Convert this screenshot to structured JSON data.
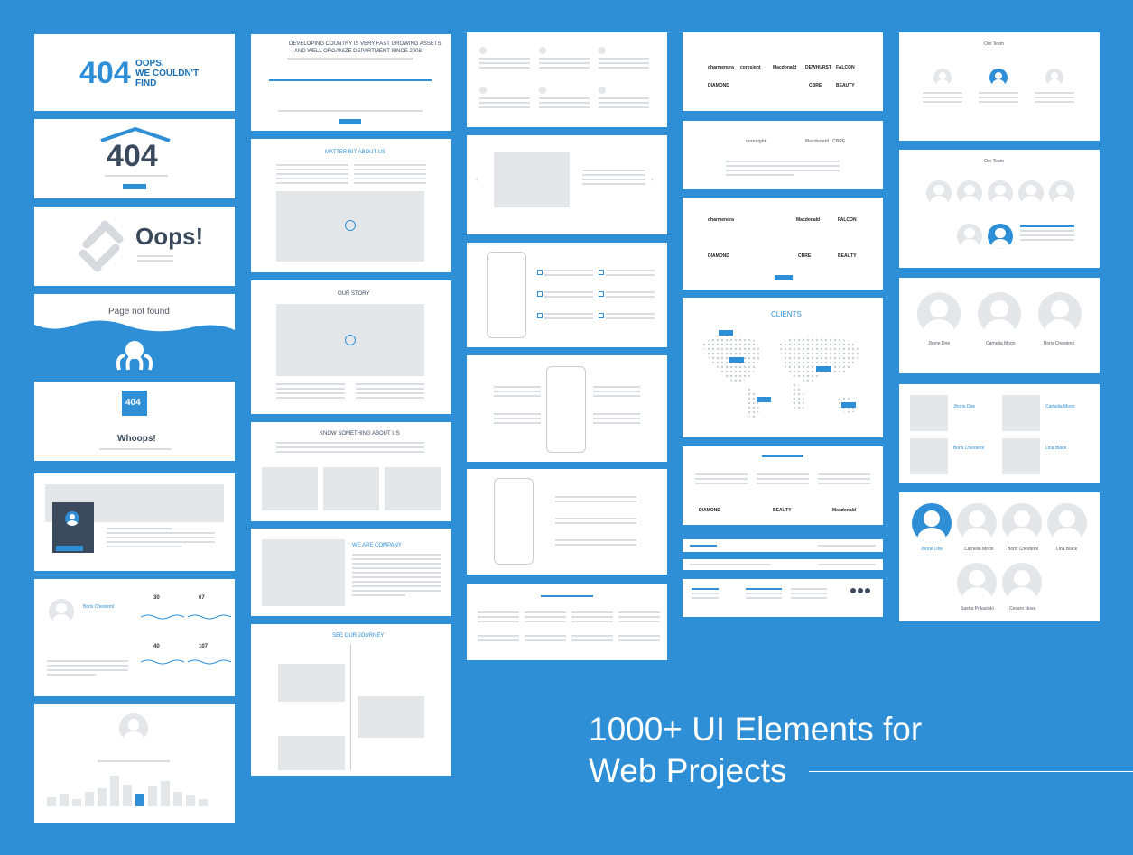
{
  "e404a": {
    "code": "404",
    "msg1": "OOPS,",
    "msg2": "WE COULDN'T",
    "msg3": "FIND"
  },
  "e404b": {
    "code": "404"
  },
  "oops": {
    "title": "Oops!"
  },
  "notfound": {
    "text": "Page not found"
  },
  "whoops": {
    "code": "404",
    "title": "Whoops!"
  },
  "sections": {
    "developing1": "DEVELOPING COUNTRY IS VERY FAST GROWING ASSETS",
    "developing2": "AND WELL ORGANIZE DEPARTMENT SINCE 2008",
    "matter": "MATTER BIT ABOUT US",
    "story": "OUR STORY",
    "know": "KNOW SOMETHING ABOUT US",
    "company": "WE ARE COMPANY",
    "journey": "SEE OUR JOURNEY",
    "clients": "CLIENTS",
    "team": "Our Team"
  },
  "logos": [
    "dharmendra",
    "coresight",
    "Macdonald",
    "DEWHURST",
    "FALCON",
    "DIAMOND",
    "CBRE",
    "BEAUTY"
  ],
  "team": [
    "Jhone Doe",
    "Carnelia Moon",
    "Boris Chesterol",
    "Lina Black",
    "Sasha Prikasiski",
    "Cesaro Nova"
  ],
  "profile": {
    "name": "Boris Chesterol",
    "stats": [
      "30",
      "67",
      "40",
      "107"
    ]
  },
  "tagline": {
    "line1": "1000+ UI Elements for",
    "line2": "Web Projects"
  },
  "colors": {
    "background": "#2f8fd6",
    "accent": "#2f8fd6"
  }
}
